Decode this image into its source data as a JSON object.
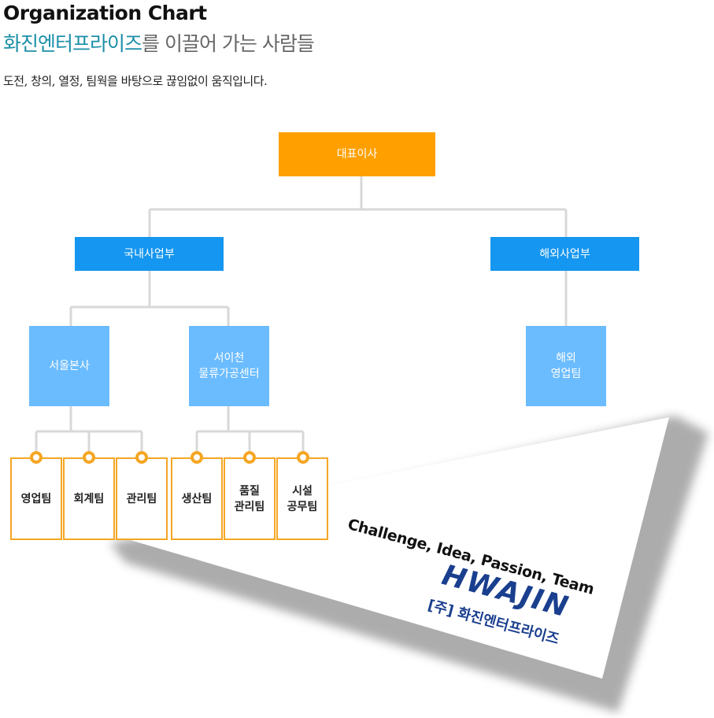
{
  "header": {
    "title": "Organization Chart",
    "subtitle_accent": "화진엔터프라이즈",
    "subtitle_rest": "를 이끌어 가는 사람들",
    "description": "도전, 창의, 열정, 팀웍을 바탕으로 끊임없이 움직입니다."
  },
  "org": {
    "ceo": "대표이사",
    "domestic": "국내사업부",
    "overseas": "해외사업부",
    "seoul": "서울본사",
    "seoicheon": "서이천\n물류가공센터",
    "overseas_sales": "해외\n영업팀",
    "teams": [
      "영업팀",
      "회계팀",
      "관리팀",
      "생산팀",
      "품질\n관리팀",
      "시설\n공무팀"
    ]
  },
  "card": {
    "tagline": "Challenge, Idea, Passion, Team",
    "logo_word": "HWAJIN",
    "logo_sub": "[주] 화진엔터프라이즈"
  },
  "colors": {
    "ceo": "#ffa000",
    "department": "#1596f0",
    "unit": "#6bbcff",
    "team_border": "#f5a623",
    "brand": "#1a3f8e",
    "subtitle_accent": "#1b8fa8"
  }
}
